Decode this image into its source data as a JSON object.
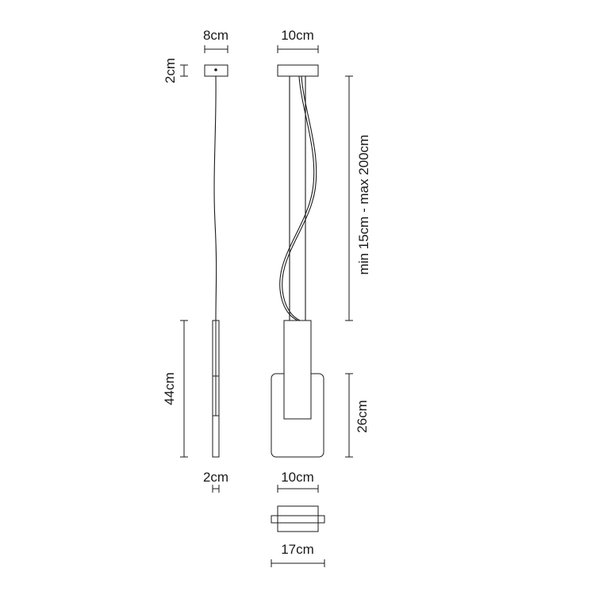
{
  "dimensions": {
    "side_canopy_width": "8cm",
    "front_canopy_width": "10cm",
    "canopy_height": "2cm",
    "cable_length": "min 15cm - max 200cm",
    "side_body_height": "44cm",
    "front_diffuser_height": "26cm",
    "side_body_depth": "2cm",
    "front_body_width": "10cm",
    "top_plate_width": "17cm"
  },
  "colors": {
    "line": "#1a1a1a",
    "background": "#ffffff"
  }
}
